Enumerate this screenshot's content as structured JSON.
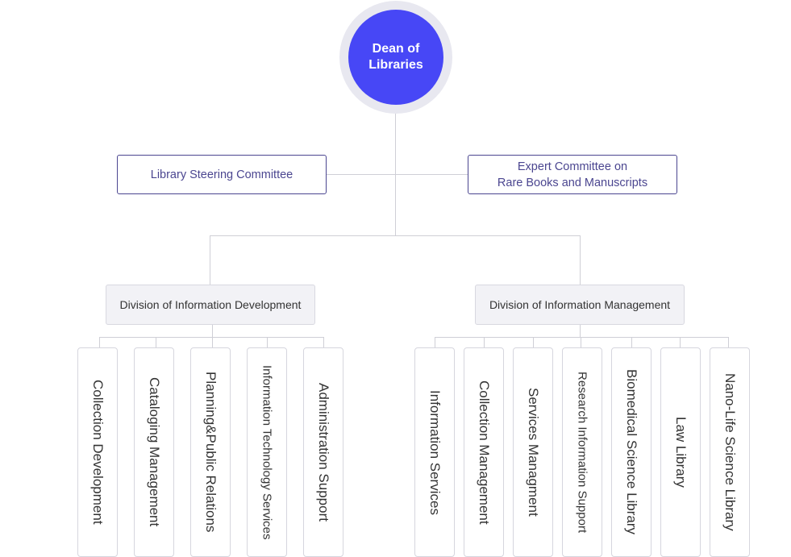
{
  "root": {
    "label": "Dean of\nLibraries"
  },
  "committees": [
    {
      "label": "Library Steering Committee"
    },
    {
      "label": "Expert Committee on\nRare Books and Manuscripts"
    }
  ],
  "divisions": [
    {
      "label": "Division of Information Development",
      "units": [
        "Collection Development",
        "Cataloging Management",
        "Planning&Public Relations",
        "Information Technology Services",
        "Administration Support"
      ]
    },
    {
      "label": "Division of Information Management",
      "units": [
        "Information Services",
        "Collection Management",
        "Services Managment",
        "Research Information Support",
        "Biomedical Science Library",
        "Law Library",
        "Nano-Life Science Library"
      ]
    }
  ],
  "colors": {
    "root": "#4747f6",
    "root_halo": "#e8e8f0",
    "committee_border": "#4b4690",
    "division_fill": "#f2f2f6",
    "connector": "#cfcfd6"
  }
}
